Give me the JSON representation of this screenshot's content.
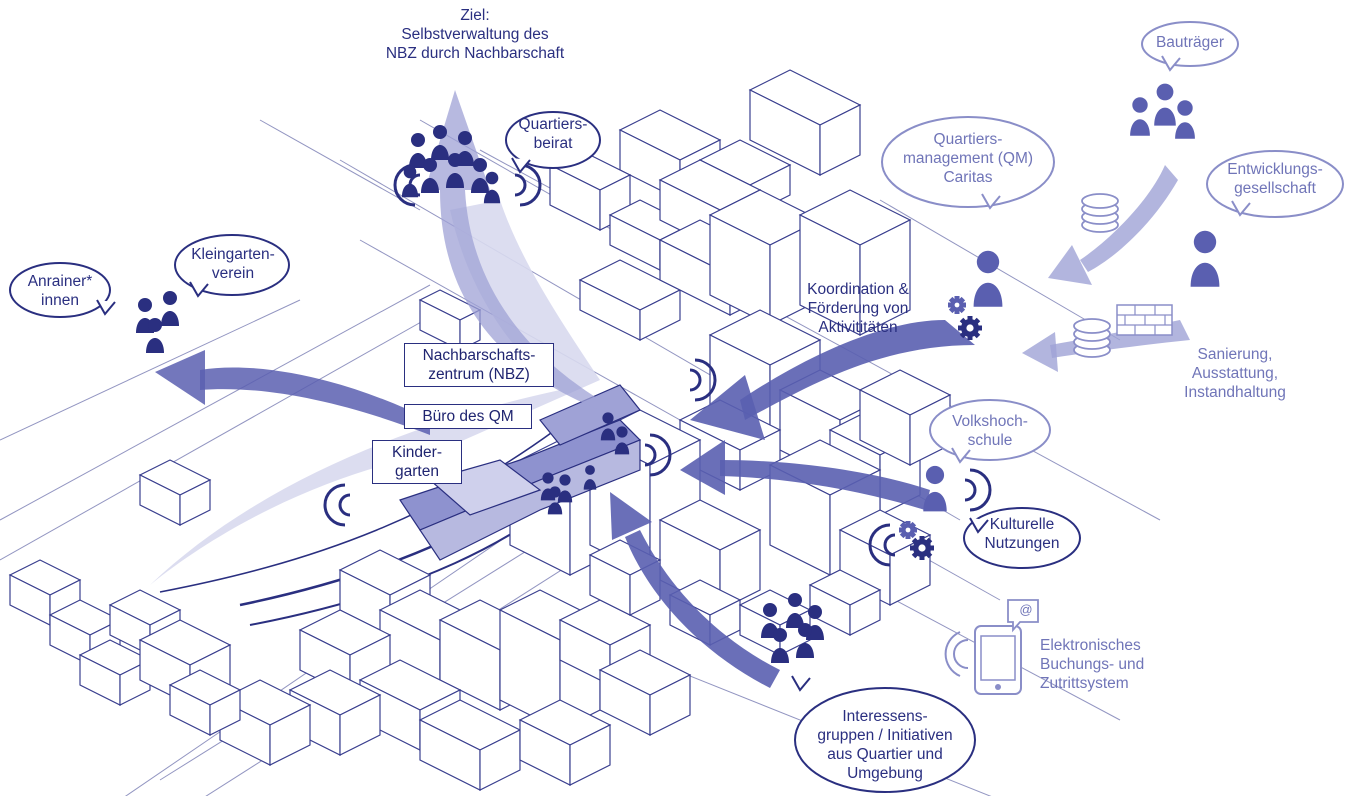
{
  "colors": {
    "dark": "#2a2f80",
    "medium": "#5a5fb0",
    "light": "#9fa2d6",
    "pale": "#d8d9ee",
    "line": "#3a3f8f"
  },
  "goal": "Ziel:\nSelbstverwaltung des\nNBZ durch Nachbarschaft",
  "actors": {
    "quartiersbeirat": "Quartiers-\nbeirat",
    "kleingartenverein": "Kleingarten-\nverein",
    "anrainer": "Anrainer*\ninnen",
    "bautraeger": "Bauträger",
    "quartiersmanagement": "Quartiers-\nmanagement (QM)\nCaritas",
    "entwicklungsgesellschaft": "Entwicklungs-\ngesellschaft",
    "volkshochschule": "Volkshoch-\nschule",
    "kulturelle_nutzungen": "Kulturelle\nNutzungen",
    "interessensgruppen": "Interessens-\ngruppen / Initiativen\naus Quartier und\nUmgebung"
  },
  "building_labels": {
    "nbz": "Nachbarschafts-\nzentrum (NBZ)",
    "buero_qm": "Büro des QM",
    "kindergarten": "Kinder-\ngarten"
  },
  "annotations": {
    "koordination": "Koordination &\nFörderung von\nAktivititäten",
    "sanierung": "Sanierung,\nAusstattung,\nInstandhaltung",
    "buchungssystem": "Elektronisches\nBuchungs- und\nZutrittsystem",
    "at_symbol": "@"
  },
  "icons": [
    "person-group-icon",
    "person-icon",
    "speech-bubble-icon",
    "gear-icon",
    "coin-stack-icon",
    "brick-wall-icon",
    "smartphone-icon",
    "signal-waves-icon"
  ]
}
